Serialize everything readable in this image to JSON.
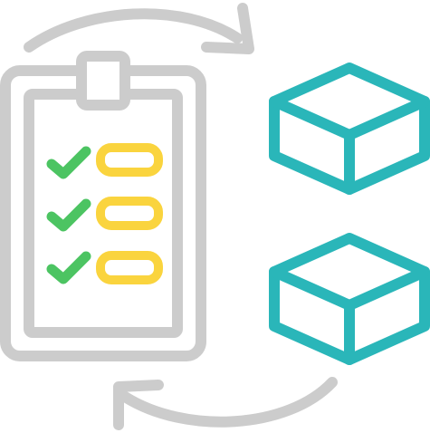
{
  "illustration": {
    "colors": {
      "outline": "#cccccc",
      "check": "#4cc462",
      "line_item": "#fad43e",
      "box": "#2ab6b9"
    },
    "icons": [
      "clipboard-checklist-icon",
      "check-icon",
      "cube-box-icon",
      "cycle-arrow-icon"
    ],
    "checklist_items_checked": 3,
    "checklist_items_total": 3,
    "box_count": 2
  }
}
